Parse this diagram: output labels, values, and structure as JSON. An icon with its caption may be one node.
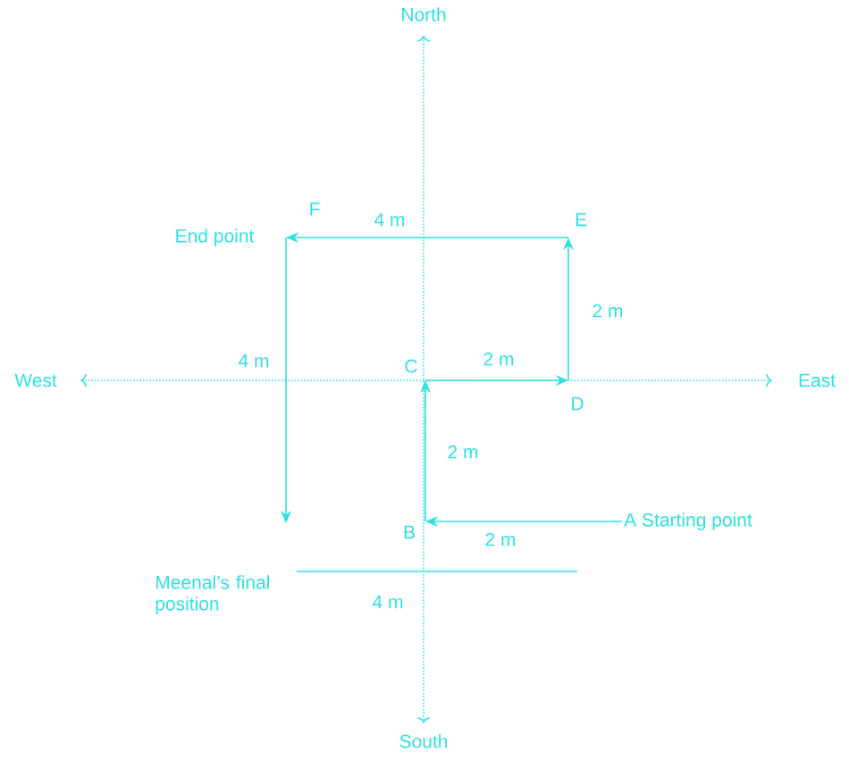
{
  "diagram": {
    "nodes": [
      {
        "text": [
          "A Starting point"
        ]
      },
      {
        "text": [
          "B"
        ]
      },
      {
        "text": [
          "C"
        ]
      },
      {
        "text": [
          "D"
        ]
      },
      {
        "text": [
          "E"
        ]
      },
      {
        "text": [
          "F"
        ],
        "beside": [
          "End point"
        ]
      }
    ],
    "edges": [
      {
        "from": 0,
        "to": 1,
        "arrow": "to",
        "label": "2 m"
      },
      {
        "from": 1,
        "to": 2,
        "arrow": "to",
        "label": "2 m"
      },
      {
        "from": 2,
        "to": 3,
        "arrow": "to",
        "label": "2 m"
      },
      {
        "from": 3,
        "to": 4,
        "arrow": "to",
        "label": "2 m"
      },
      {
        "from": 4,
        "to": 5,
        "arrow": "to",
        "label": "4 m"
      },
      {
        "from": 5,
        "to": null,
        "arrow": "to",
        "label": "4 m"
      }
    ],
    "labels": [
      "North",
      "West",
      "East",
      "Meenal’s final position",
      "4 m",
      "South"
    ]
  }
}
